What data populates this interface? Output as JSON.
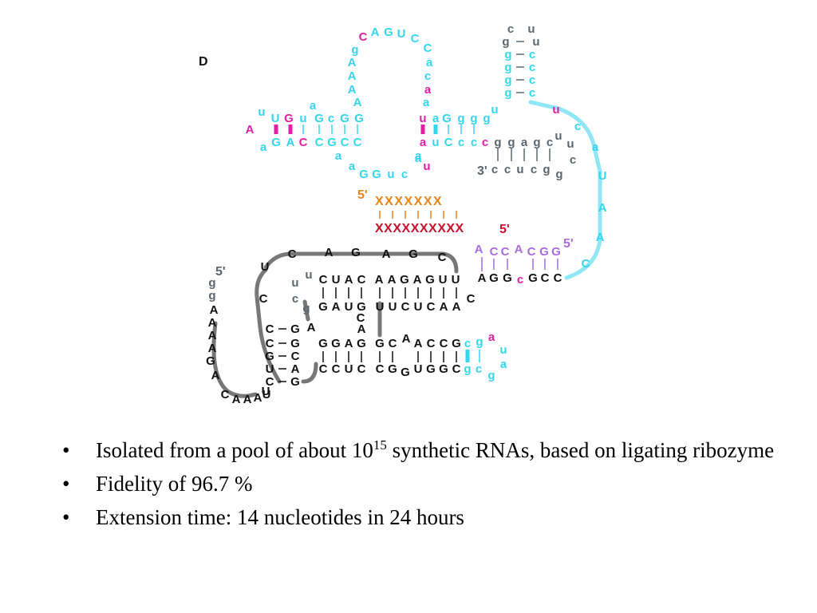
{
  "figure": {
    "panel_label": "D",
    "colors": {
      "cyan": "#33d6ee",
      "magenta": "#e21fa6",
      "gray": "#5a6670",
      "black": "#111111",
      "orange": "#e6861a",
      "red": "#c8102e",
      "purple": "#a86bdc",
      "backbone_gray": "#777777",
      "backbone_cyan": "#8fe6f4"
    },
    "end_labels": {
      "three_prime_upper": "3'",
      "five_prime_orange": "5'",
      "five_prime_red": "5'",
      "five_prime_purple": "5'",
      "five_prime_left": "5'"
    },
    "template_upper": "XXXXXXX",
    "template_lower": "XXXXXXXXXX",
    "nucleotides": [
      {
        "t": "C",
        "c": "magenta"
      },
      {
        "t": "A",
        "c": "cyan"
      },
      {
        "t": "G",
        "c": "cyan"
      },
      {
        "t": "U",
        "c": "cyan"
      },
      {
        "t": "C",
        "c": "cyan"
      },
      {
        "t": "g",
        "c": "cyan"
      },
      {
        "t": "A",
        "c": "cyan"
      },
      {
        "t": "A",
        "c": "cyan"
      },
      {
        "t": "A",
        "c": "cyan"
      },
      {
        "t": "A",
        "c": "cyan"
      },
      {
        "t": "C",
        "c": "cyan"
      },
      {
        "t": "a",
        "c": "cyan"
      },
      {
        "t": "c",
        "c": "cyan"
      },
      {
        "t": "a",
        "c": "magenta"
      },
      {
        "t": "a",
        "c": "cyan"
      },
      {
        "t": "u",
        "c": "cyan"
      },
      {
        "t": "U",
        "c": "cyan"
      },
      {
        "t": "G",
        "c": "magenta"
      },
      {
        "t": "u",
        "c": "cyan"
      },
      {
        "t": "a",
        "c": "cyan"
      },
      {
        "t": "G",
        "c": "cyan"
      },
      {
        "t": "c",
        "c": "cyan"
      },
      {
        "t": "G",
        "c": "cyan"
      },
      {
        "t": "G",
        "c": "cyan"
      },
      {
        "t": "A",
        "c": "magenta"
      },
      {
        "t": "G",
        "c": "cyan"
      },
      {
        "t": "A",
        "c": "cyan"
      },
      {
        "t": "C",
        "c": "magenta"
      },
      {
        "t": "a",
        "c": "cyan"
      },
      {
        "t": "C",
        "c": "cyan"
      },
      {
        "t": "G",
        "c": "cyan"
      },
      {
        "t": "C",
        "c": "cyan"
      },
      {
        "t": "C",
        "c": "cyan"
      },
      {
        "t": "a",
        "c": "cyan"
      },
      {
        "t": "a",
        "c": "cyan"
      },
      {
        "t": "G",
        "c": "cyan"
      },
      {
        "t": "G",
        "c": "cyan"
      },
      {
        "t": "u",
        "c": "cyan"
      },
      {
        "t": "c",
        "c": "cyan"
      },
      {
        "t": "a",
        "c": "cyan"
      },
      {
        "t": "a",
        "c": "cyan"
      },
      {
        "t": "u",
        "c": "magenta"
      },
      {
        "t": "u",
        "c": "magenta"
      },
      {
        "t": "a",
        "c": "cyan"
      },
      {
        "t": "G",
        "c": "cyan"
      },
      {
        "t": "g",
        "c": "cyan"
      },
      {
        "t": "g",
        "c": "cyan"
      },
      {
        "t": "g",
        "c": "cyan"
      },
      {
        "t": "a",
        "c": "magenta"
      },
      {
        "t": "u",
        "c": "cyan"
      },
      {
        "t": "C",
        "c": "cyan"
      },
      {
        "t": "c",
        "c": "cyan"
      },
      {
        "t": "c",
        "c": "cyan"
      },
      {
        "t": "c",
        "c": "magenta"
      },
      {
        "t": "u",
        "c": "cyan"
      },
      {
        "t": "c",
        "c": "gray"
      },
      {
        "t": "u",
        "c": "gray"
      },
      {
        "t": "g",
        "c": "gray"
      },
      {
        "t": "u",
        "c": "gray"
      },
      {
        "t": "g",
        "c": "cyan"
      },
      {
        "t": "c",
        "c": "cyan"
      },
      {
        "t": "g",
        "c": "cyan"
      },
      {
        "t": "c",
        "c": "cyan"
      },
      {
        "t": "g",
        "c": "cyan"
      },
      {
        "t": "c",
        "c": "cyan"
      },
      {
        "t": "g",
        "c": "cyan"
      },
      {
        "t": "c",
        "c": "cyan"
      },
      {
        "t": "g",
        "c": "gray"
      },
      {
        "t": "g",
        "c": "gray"
      },
      {
        "t": "a",
        "c": "gray"
      },
      {
        "t": "g",
        "c": "gray"
      },
      {
        "t": "c",
        "c": "gray"
      },
      {
        "t": "u",
        "c": "gray"
      },
      {
        "t": "u",
        "c": "gray"
      },
      {
        "t": "c",
        "c": "gray"
      },
      {
        "t": "c",
        "c": "gray"
      },
      {
        "t": "c",
        "c": "gray"
      },
      {
        "t": "u",
        "c": "gray"
      },
      {
        "t": "c",
        "c": "gray"
      },
      {
        "t": "g",
        "c": "gray"
      },
      {
        "t": "g",
        "c": "gray"
      },
      {
        "t": "u",
        "c": "magenta"
      },
      {
        "t": "c",
        "c": "cyan"
      },
      {
        "t": "a",
        "c": "cyan"
      },
      {
        "t": "U",
        "c": "cyan"
      },
      {
        "t": "A",
        "c": "cyan"
      },
      {
        "t": "A",
        "c": "cyan"
      },
      {
        "t": "C",
        "c": "cyan"
      },
      {
        "t": "A",
        "c": "purple"
      },
      {
        "t": "C",
        "c": "purple"
      },
      {
        "t": "C",
        "c": "purple"
      },
      {
        "t": "A",
        "c": "purple"
      },
      {
        "t": "C",
        "c": "purple"
      },
      {
        "t": "G",
        "c": "purple"
      },
      {
        "t": "G",
        "c": "purple"
      },
      {
        "t": "A",
        "c": "black"
      },
      {
        "t": "G",
        "c": "black"
      },
      {
        "t": "G",
        "c": "black"
      },
      {
        "t": "c",
        "c": "magenta"
      },
      {
        "t": "G",
        "c": "black"
      },
      {
        "t": "C",
        "c": "black"
      },
      {
        "t": "C",
        "c": "black"
      },
      {
        "t": "U",
        "c": "black"
      },
      {
        "t": "C",
        "c": "black"
      },
      {
        "t": "A",
        "c": "black"
      },
      {
        "t": "G",
        "c": "black"
      },
      {
        "t": "A",
        "c": "black"
      },
      {
        "t": "G",
        "c": "black"
      },
      {
        "t": "C",
        "c": "black"
      },
      {
        "t": "C",
        "c": "black"
      },
      {
        "t": "U",
        "c": "black"
      },
      {
        "t": "A",
        "c": "black"
      },
      {
        "t": "C",
        "c": "black"
      },
      {
        "t": "A",
        "c": "black"
      },
      {
        "t": "A",
        "c": "black"
      },
      {
        "t": "G",
        "c": "black"
      },
      {
        "t": "A",
        "c": "black"
      },
      {
        "t": "G",
        "c": "black"
      },
      {
        "t": "U",
        "c": "black"
      },
      {
        "t": "U",
        "c": "black"
      },
      {
        "t": "G",
        "c": "black"
      },
      {
        "t": "A",
        "c": "black"
      },
      {
        "t": "U",
        "c": "black"
      },
      {
        "t": "G",
        "c": "black"
      },
      {
        "t": "U",
        "c": "black"
      },
      {
        "t": "U",
        "c": "black"
      },
      {
        "t": "C",
        "c": "black"
      },
      {
        "t": "U",
        "c": "black"
      },
      {
        "t": "C",
        "c": "black"
      },
      {
        "t": "A",
        "c": "black"
      },
      {
        "t": "A",
        "c": "black"
      },
      {
        "t": "C",
        "c": "black"
      },
      {
        "t": "u",
        "c": "gray"
      },
      {
        "t": "u",
        "c": "gray"
      },
      {
        "t": "c",
        "c": "gray"
      },
      {
        "t": "g",
        "c": "gray"
      },
      {
        "t": "C",
        "c": "black"
      },
      {
        "t": "A",
        "c": "black"
      },
      {
        "t": "C",
        "c": "black"
      },
      {
        "t": "C",
        "c": "black"
      },
      {
        "t": "G",
        "c": "black"
      },
      {
        "t": "U",
        "c": "black"
      },
      {
        "t": "C",
        "c": "black"
      },
      {
        "t": "G",
        "c": "black"
      },
      {
        "t": "G",
        "c": "black"
      },
      {
        "t": "C",
        "c": "black"
      },
      {
        "t": "A",
        "c": "black"
      },
      {
        "t": "G",
        "c": "black"
      },
      {
        "t": "A",
        "c": "black"
      },
      {
        "t": "G",
        "c": "black"
      },
      {
        "t": "G",
        "c": "black"
      },
      {
        "t": "A",
        "c": "black"
      },
      {
        "t": "G",
        "c": "black"
      },
      {
        "t": "G",
        "c": "black"
      },
      {
        "t": "C",
        "c": "black"
      },
      {
        "t": "A",
        "c": "black"
      },
      {
        "t": "A",
        "c": "black"
      },
      {
        "t": "C",
        "c": "black"
      },
      {
        "t": "C",
        "c": "black"
      },
      {
        "t": "G",
        "c": "black"
      },
      {
        "t": "C",
        "c": "black"
      },
      {
        "t": "C",
        "c": "black"
      },
      {
        "t": "U",
        "c": "black"
      },
      {
        "t": "C",
        "c": "black"
      },
      {
        "t": "C",
        "c": "black"
      },
      {
        "t": "G",
        "c": "black"
      },
      {
        "t": "G",
        "c": "black"
      },
      {
        "t": "U",
        "c": "black"
      },
      {
        "t": "G",
        "c": "black"
      },
      {
        "t": "G",
        "c": "black"
      },
      {
        "t": "C",
        "c": "black"
      },
      {
        "t": "c",
        "c": "cyan"
      },
      {
        "t": "g",
        "c": "cyan"
      },
      {
        "t": "a",
        "c": "magenta"
      },
      {
        "t": "u",
        "c": "cyan"
      },
      {
        "t": "a",
        "c": "cyan"
      },
      {
        "t": "g",
        "c": "cyan"
      },
      {
        "t": "c",
        "c": "cyan"
      },
      {
        "t": "g",
        "c": "cyan"
      },
      {
        "t": "g",
        "c": "gray"
      },
      {
        "t": "g",
        "c": "gray"
      },
      {
        "t": "A",
        "c": "black"
      },
      {
        "t": "A",
        "c": "black"
      },
      {
        "t": "A",
        "c": "black"
      },
      {
        "t": "A",
        "c": "black"
      },
      {
        "t": "G",
        "c": "black"
      },
      {
        "t": "A",
        "c": "black"
      },
      {
        "t": "C",
        "c": "black"
      },
      {
        "t": "A",
        "c": "black"
      },
      {
        "t": "A",
        "c": "black"
      },
      {
        "t": "A",
        "c": "black"
      },
      {
        "t": "U",
        "c": "black"
      },
      {
        "t": "C",
        "c": "black"
      },
      {
        "t": "U",
        "c": "black"
      }
    ]
  },
  "bullets": [
    {
      "pre": "Isolated from a pool of about 10",
      "sup": "15",
      "post": " synthetic RNAs, based on ligating ribozyme"
    },
    {
      "pre": "Fidelity of 96.7 %",
      "sup": "",
      "post": ""
    },
    {
      "pre": "Extension time: 14 nucleotides in 24 hours",
      "sup": "",
      "post": ""
    }
  ],
  "bullet_symbol": "•"
}
